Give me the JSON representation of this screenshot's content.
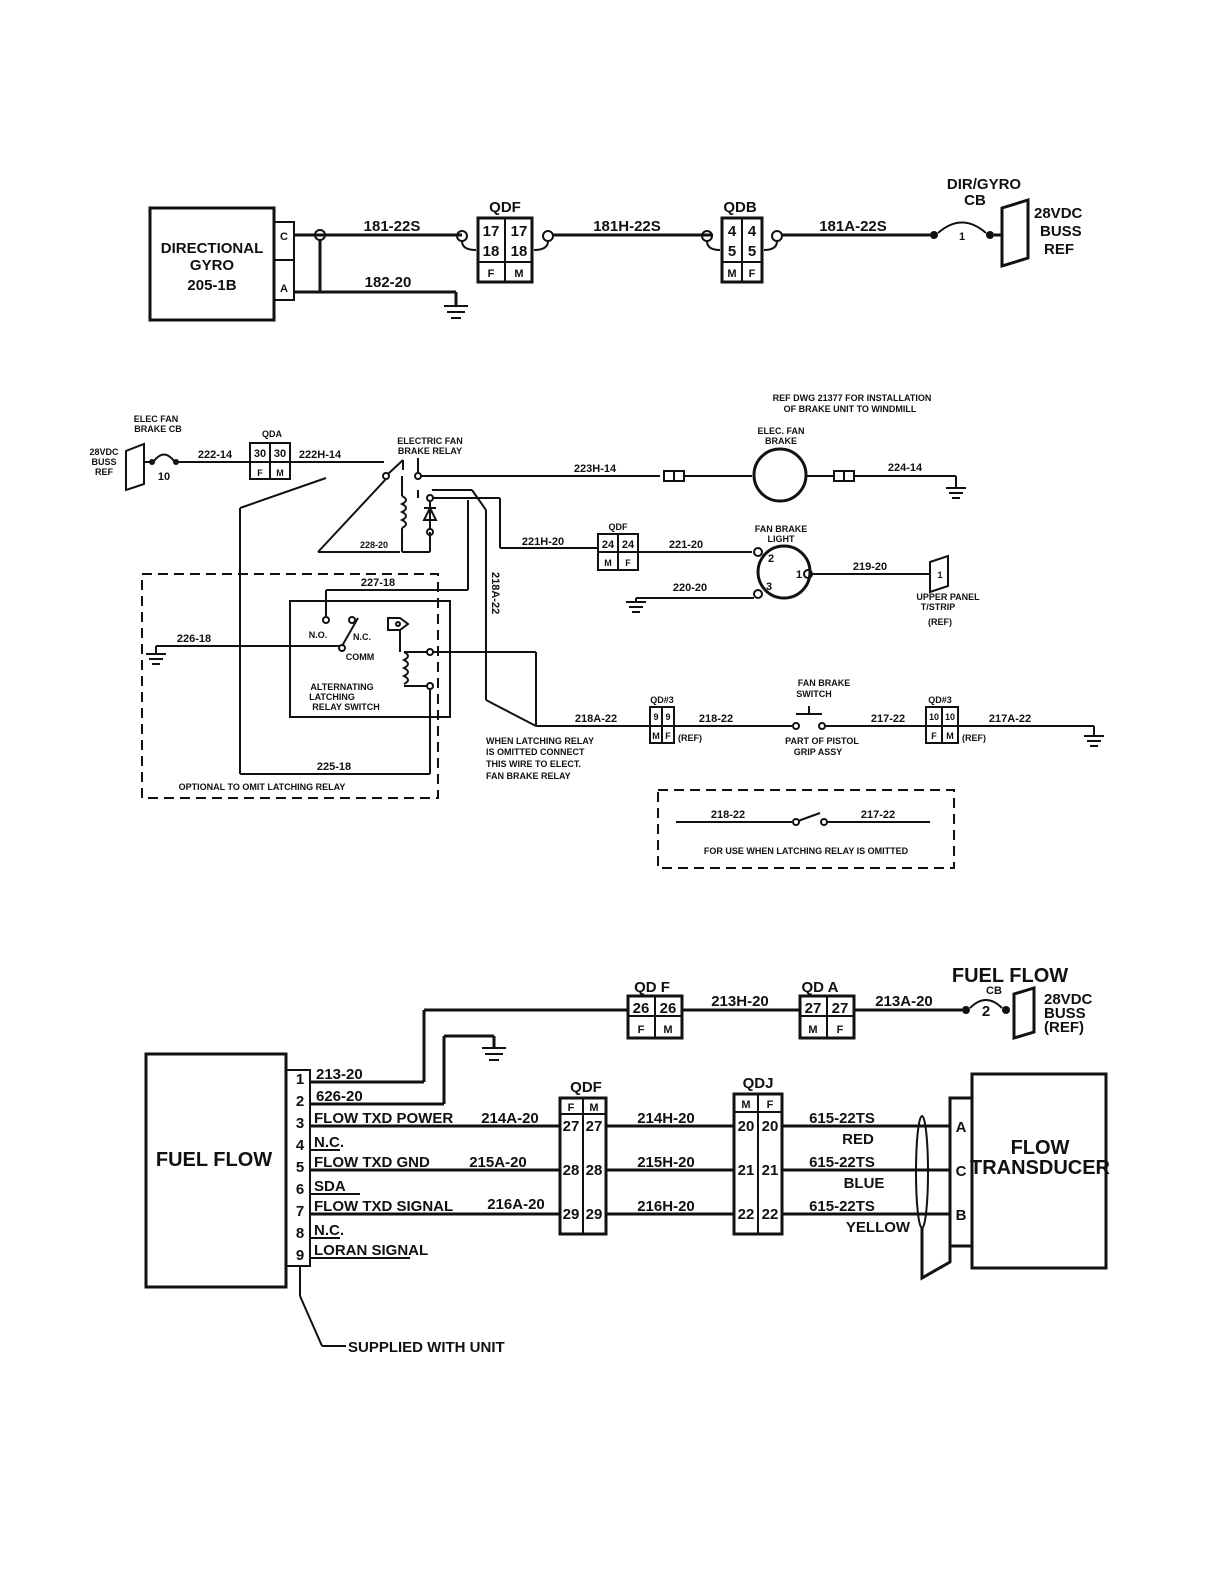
{
  "sec1": {
    "gyro_line1": "DIRECTIONAL",
    "gyro_line2": "GYRO",
    "gyro_line3": "205-1B",
    "pin_c": "C",
    "pin_a": "A",
    "w_181": "181-22S",
    "w_182": "182-20",
    "qdf_label": "QDF",
    "qdf_r1a": "17",
    "qdf_r1b": "17",
    "qdf_r2a": "18",
    "qdf_r2b": "18",
    "qdf_f": "F",
    "qdf_m": "M",
    "w_181h": "181H-22S",
    "qdb_label": "QDB",
    "qdb_r1a": "4",
    "qdb_r1b": "4",
    "qdb_r2a": "5",
    "qdb_r2b": "5",
    "qdb_m": "M",
    "qdb_f": "F",
    "w_181a": "181A-22S",
    "cb_line1": "DIR/GYRO",
    "cb_line2": "CB",
    "cb_num": "1",
    "buss_line1": "28VDC",
    "buss_line2": "BUSS",
    "buss_line3": "REF"
  },
  "sec2": {
    "cb_line1": "ELEC FAN",
    "cb_line2": "BRAKE CB",
    "buss_l1": "28VDC",
    "buss_l2": "BUSS",
    "buss_l3": "REF",
    "cb_num": "10",
    "w_222": "222-14",
    "qda_label": "QDA",
    "qda_a": "30",
    "qda_b": "30",
    "qda_f": "F",
    "qda_m": "M",
    "w_222h": "222H-14",
    "relay_l1": "ELECTRIC FAN",
    "relay_l2": "BRAKE RELAY",
    "ref_l1": "REF DWG 21377 FOR INSTALLATION",
    "ref_l2": "OF BRAKE UNIT TO WINDMILL",
    "w_223h": "223H-14",
    "brake_l1": "ELEC. FAN",
    "brake_l2": "BRAKE",
    "w_224": "224-14",
    "w_228": "228-20",
    "w_221h": "221H-20",
    "qdf_label": "QDF",
    "qdf_a": "24",
    "qdf_b": "24",
    "qdf_m": "M",
    "qdf_f": "F",
    "w_221": "221-20",
    "light_l1": "FAN BRAKE",
    "light_l2": "LIGHT",
    "pin2": "2",
    "pin1": "1",
    "pin3": "3",
    "w_219": "219-20",
    "panel_l1": "UPPER PANEL",
    "panel_l2": "T/STRIP",
    "panel_l3": "(REF)",
    "panel_pin": "1",
    "w_220": "220-20",
    "w_227": "227-18",
    "w_218a_v": "218A-22",
    "w_226": "226-18",
    "nc": "N.C.",
    "no": "N.O.",
    "comm": "COMM",
    "alt_l1": "ALTERNATING",
    "alt_l2": "LATCHING",
    "alt_l3": "RELAY SWITCH",
    "w_225": "225-18",
    "optional": "OPTIONAL TO OMIT LATCHING RELAY",
    "note_l1": "WHEN LATCHING RELAY",
    "note_l2": "IS OMITTED CONNECT",
    "note_l3": "THIS WIRE TO ELECT.",
    "note_l4": "FAN BRAKE RELAY",
    "w_218a": "218A-22",
    "qd3a_label": "QD#3",
    "qd3a_a": "9",
    "qd3a_b": "9",
    "qd3a_m": "M",
    "qd3a_f": "F",
    "ref1": "(REF)",
    "w_218": "218-22",
    "sw_l1": "FAN BRAKE",
    "sw_l2": "SWITCH",
    "grip_l1": "PART OF PISTOL",
    "grip_l2": "GRIP ASSY",
    "w_217": "217-22",
    "qd3b_label": "QD#3",
    "qd3b_a": "10",
    "qd3b_b": "10",
    "qd3b_f": "F",
    "qd3b_m": "M",
    "ref2": "(REF)",
    "w_217a": "217A-22",
    "box_w1": "218-22",
    "box_w2": "217-22",
    "box_note": "FOR USE WHEN LATCHING RELAY IS OMITTED"
  },
  "sec3": {
    "qdf_top": "QD F",
    "qdf_top_a": "26",
    "qdf_top_b": "26",
    "qdf_top_f": "F",
    "qdf_top_m": "M",
    "w_213h": "213H-20",
    "qda_top": "QD A",
    "qda_top_a": "27",
    "qda_top_b": "27",
    "qda_top_m": "M",
    "qda_top_f": "F",
    "w_213a": "213A-20",
    "cb_l1": "FUEL FLOW",
    "cb_l2": "CB",
    "cb_num": "2",
    "buss_l1": "28VDC",
    "buss_l2": "BUSS",
    "buss_l3": "(REF)",
    "unit": "FUEL FLOW",
    "pins": [
      "1",
      "2",
      "3",
      "4",
      "5",
      "6",
      "7",
      "8",
      "9"
    ],
    "w_213": "213-20",
    "w_626": "626-20",
    "flow_power": "FLOW TXD POWER",
    "nc1": "N.C.",
    "flow_gnd": "FLOW TXD GND",
    "sda": "SDA",
    "flow_signal": "FLOW TXD SIGNAL",
    "nc2": "N.C.",
    "loran": "LORAN SIGNAL",
    "w_214a": "214A-20",
    "w_215a": "215A-20",
    "w_216a": "216A-20",
    "qdf_label": "QDF",
    "qdf_f": "F",
    "qdf_m": "M",
    "qdf_r1a": "27",
    "qdf_r1b": "27",
    "qdf_r2a": "28",
    "qdf_r2b": "28",
    "qdf_r3a": "29",
    "qdf_r3b": "29",
    "w_214h": "214H-20",
    "w_215h": "215H-20",
    "w_216h": "216H-20",
    "qdj_label": "QDJ",
    "qdj_m": "M",
    "qdj_f": "F",
    "qdj_r1a": "20",
    "qdj_r1b": "20",
    "qdj_r2a": "21",
    "qdj_r2b": "21",
    "qdj_r3a": "22",
    "qdj_r3b": "22",
    "w_615_1": "615-22TS",
    "red": "RED",
    "w_615_2": "615-22TS",
    "blue": "BLUE",
    "w_615_3": "615-22TS",
    "yellow": "YELLOW",
    "pin_a": "A",
    "pin_c": "C",
    "pin_b": "B",
    "trans_l1": "FLOW",
    "trans_l2": "TRANSDUCER",
    "supplied": "SUPPLIED WITH UNIT"
  }
}
